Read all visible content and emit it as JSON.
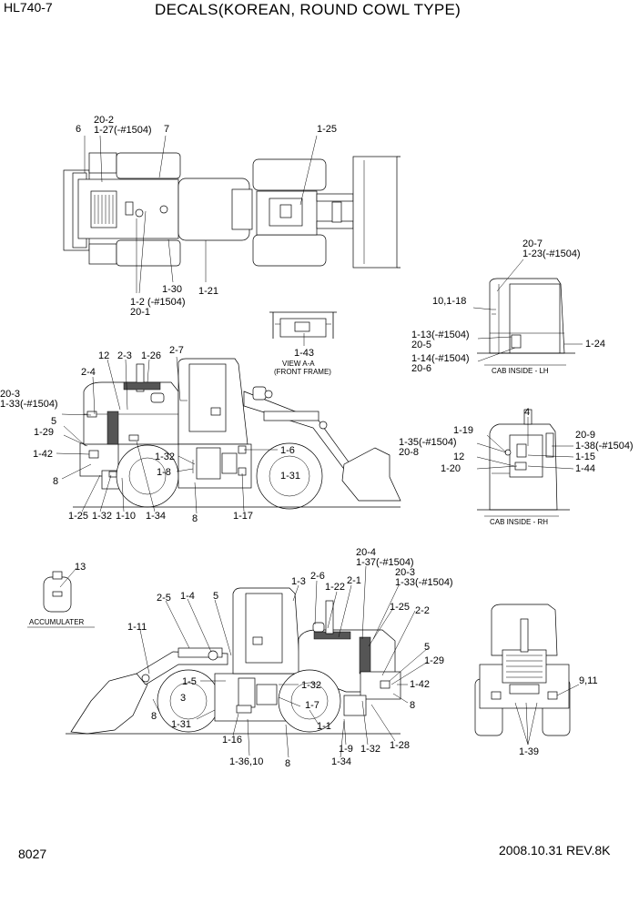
{
  "header": {
    "model": "HL740-7",
    "title": "DECALS(KOREAN, ROUND COWL TYPE)"
  },
  "footer": {
    "page_number": "8027",
    "date_rev": "2008.10.31  REV.8K"
  },
  "captions": {
    "view_a": "VIEW A-A",
    "front_frame": "(FRONT FRAME)",
    "cab_lh": "CAB INSIDE - LH",
    "cab_rh": "CAB INSIDE - RH",
    "accumulater": "ACCUMULATER"
  },
  "callouts": {
    "top": [
      "6",
      "20-2",
      "1-27(-#1504)",
      "7",
      "1-25",
      "1-30",
      "1-21",
      "1-2 (-#1504)",
      "20-1"
    ],
    "view_a": [
      "1-43"
    ],
    "cab_lh": [
      "20-7",
      "1-23(-#1504)",
      "10,1-18",
      "1-13(-#1504)",
      "20-5",
      "1-14(-#1504)",
      "20-6",
      "1-24"
    ],
    "side_left": [
      "12",
      "2-3",
      "1-26",
      "2-7",
      "2-4",
      "20-3",
      "1-33(-#1504)",
      "5",
      "1-29",
      "1-42",
      "8",
      "1-32",
      "1-8",
      "1-6",
      "1-31",
      "1-25",
      "1-32",
      "1-10",
      "1-34",
      "8",
      "1-17"
    ],
    "cab_rh": [
      "4",
      "1-19",
      "20-9",
      "1-38(-#1504)",
      "1-35(-#1504)",
      "20-8",
      "1-15",
      "12",
      "1-20",
      "1-44"
    ],
    "accumulater": [
      "13"
    ],
    "side_right": [
      "20-4",
      "1-37(-#1504)",
      "1-3",
      "2-6",
      "2-1",
      "1-22",
      "20-3",
      "1-33(-#1504)",
      "1-25",
      "2-2",
      "5",
      "2-5",
      "1-4",
      "1-11",
      "5",
      "1-29",
      "1-42",
      "1-5",
      "3",
      "1-32",
      "1-7",
      "8",
      "8",
      "1-31",
      "1-16",
      "1-1",
      "1-36,10",
      "8",
      "1-9",
      "1-34",
      "1-32",
      "1-28"
    ],
    "rear": [
      "9,11",
      "1-39"
    ]
  }
}
